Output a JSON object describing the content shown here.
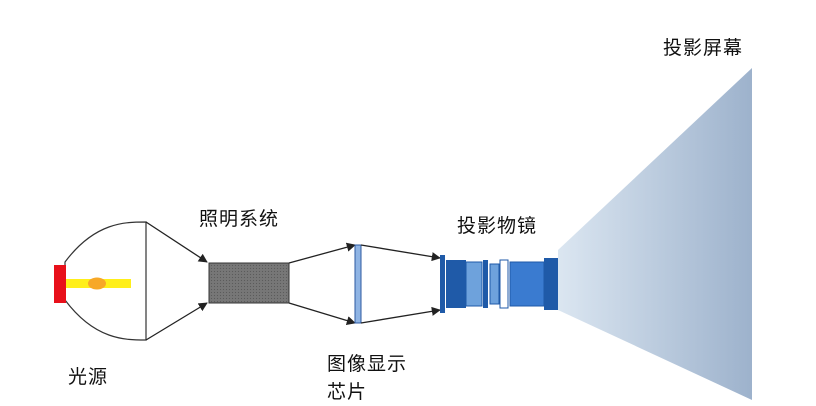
{
  "labels": {
    "projection_screen": "投影屏幕",
    "illumination_system": "照明系统",
    "projection_lens": "投影物镜",
    "light_source": "光源",
    "display_chip_line1": "图像显示",
    "display_chip_line2": "芯片"
  },
  "colors": {
    "lamp_base": "#e8101a",
    "light_beam": "#ffef1a",
    "lamp_core": "#f7a828",
    "illumination_block": "#777777",
    "lens_blue": "#1f5aa8",
    "lens_light": "#6ea2dc",
    "chip_blue": "#8fb4e4",
    "screen_gradient_start": "#dbe6f1",
    "screen_gradient_end": "#9db2cc",
    "line": "#222222"
  }
}
